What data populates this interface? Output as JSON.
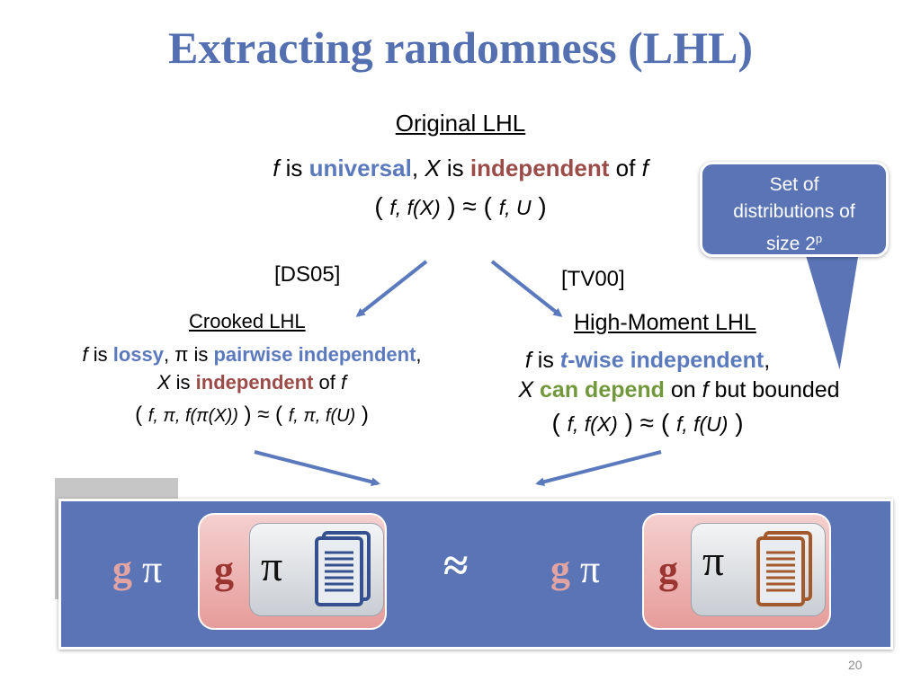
{
  "title": "Extracting randomness (LHL)",
  "original": {
    "heading": "Original LHL",
    "line1": {
      "f": "f",
      "is1": " is ",
      "universal": "universal",
      "comma": ", ",
      "X": "X",
      "is2": " is ",
      "independent": "independent",
      "of": " of ",
      "f2": "f"
    },
    "line2": {
      "open": "( ",
      "lhs": "f, f(X)",
      "mid": " ) ≈ ( ",
      "rhs": "f, U",
      "close": " )"
    }
  },
  "citations": {
    "left": "[DS05]",
    "right": "[TV00]"
  },
  "crooked": {
    "heading": "Crooked LHL",
    "line1": {
      "f": "f",
      "is1": " is ",
      "lossy": "lossy",
      "sep": ", π is ",
      "pairwise": "pairwise independent",
      "end": ","
    },
    "line2": {
      "X": "X",
      "is": " is ",
      "independent": "independent",
      "of": " of ",
      "f": "f"
    },
    "line3": {
      "open": "( ",
      "lhs": "f, π, f(π(X))",
      "mid": " ) ≈ ( ",
      "rhs": "f, π, f(U)",
      "close": " )"
    }
  },
  "high_moment": {
    "heading": "High-Moment LHL",
    "line1": {
      "f": "f",
      "is": " is ",
      "t": "t",
      "twise": "-wise independent",
      "end": ","
    },
    "line2": {
      "X": "X",
      "can_depend": " can depend",
      "on": " on ",
      "f": "f",
      "rest": " but bounded"
    },
    "line3": {
      "open": "( ",
      "lhs": "f, f(X)",
      "mid": " ) ≈ ( ",
      "rhs": "f, f(U)",
      "close": " )"
    }
  },
  "callout": {
    "line1": "Set of",
    "line2": "distributions of",
    "line3_base": "size 2",
    "line3_sup": "p"
  },
  "band": {
    "left_g": "g",
    "left_pi": "π",
    "left_box_g": "g",
    "left_box_pi": "π",
    "approx": "≈",
    "right_g": "g",
    "right_pi": "π",
    "right_box_g": "g",
    "right_box_pi": "π",
    "left_doc_color": "#34508f",
    "right_doc_color": "#a3592b"
  },
  "page_number": "20",
  "colors": {
    "title": "#5470b1",
    "accent_blue": "#5b79bd",
    "accent_red": "#9b4b48",
    "accent_green": "#71983b",
    "band": "#5a74b5"
  }
}
